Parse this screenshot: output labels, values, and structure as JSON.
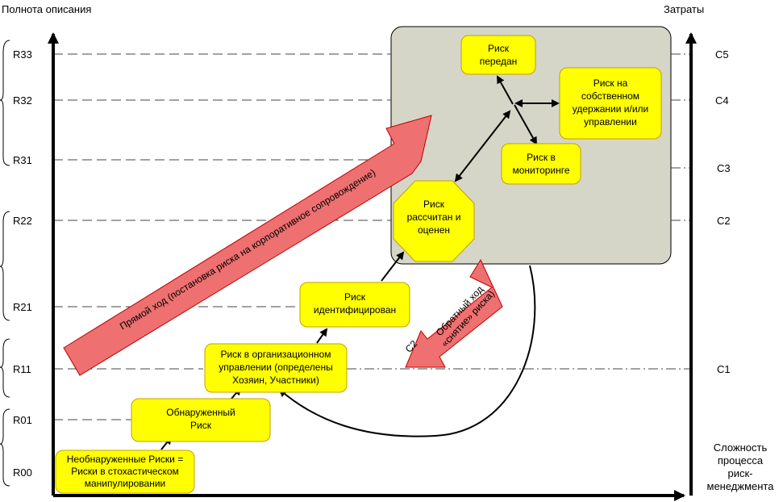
{
  "axes": {
    "y_title": "Полнота описания",
    "x_title_right": "Затраты",
    "x_title_bottom": [
      "Сложность",
      "процесса",
      "риск-",
      "менеджмента"
    ]
  },
  "levels_left": [
    "R33",
    "R32",
    "R31",
    "R22",
    "R21",
    "R11",
    "R01",
    "R00"
  ],
  "levels_right": [
    "C5",
    "C4",
    "C3",
    "C2",
    "C1"
  ],
  "boxes": {
    "undetected": [
      "Необнаруженные Риски =",
      "Риски в стохастическом",
      "манипулировании"
    ],
    "detected": [
      "Обнаруженный",
      "Риск"
    ],
    "organizational": [
      "Риск в организационном",
      "управлении (определены",
      "Хозяин, Участники)"
    ],
    "identified": [
      "Риск",
      "идентифицирован"
    ],
    "calculated": [
      "Риск",
      "рассчитан и",
      "оценен"
    ],
    "transferred": [
      "Риск",
      "передан"
    ],
    "retained": [
      "Риск на",
      "собственном",
      "удержании и/или",
      "управлении"
    ],
    "monitoring": [
      "Риск в",
      "мониторинге"
    ]
  },
  "arrows": {
    "forward": "Прямой ход (постановка риска на корпоративное сопровождение)",
    "reverse": [
      "Обратный ход",
      "«снятие» риска)"
    ],
    "c2_label": "C2"
  },
  "colors": {
    "box_fill": "#ffff00",
    "box_stroke": "#c0a000",
    "panel_fill": "#d6d6c8",
    "arrow_fill": "#ee7070",
    "arrow_stroke": "#c00000"
  }
}
